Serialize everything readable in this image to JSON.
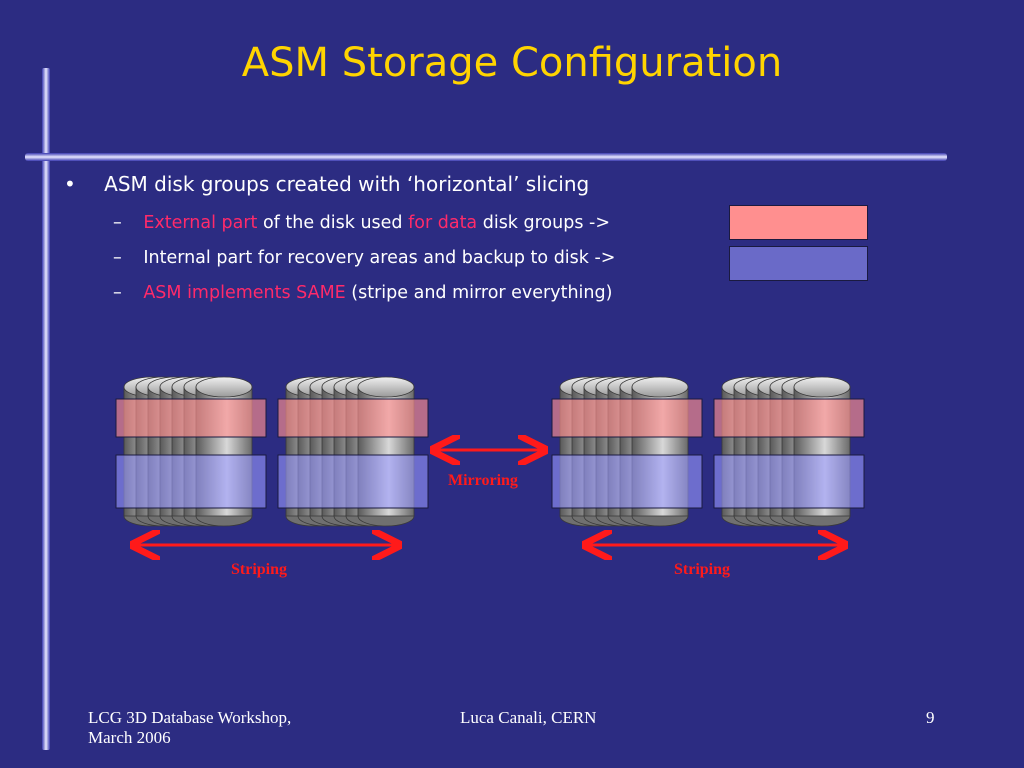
{
  "slide": {
    "title": "ASM Storage Configuration",
    "bullet": {
      "marker": "•",
      "text": "ASM disk groups created with ‘horizontal’ slicing"
    },
    "subbullets": [
      {
        "dash": "–",
        "hl1": "External part",
        "t1": " of the disk used ",
        "hl2": "for data",
        "t2": " disk groups ->"
      },
      {
        "dash": "–",
        "text": "Internal part for recovery areas and backup to disk ->"
      },
      {
        "dash": "–",
        "hl": "ASM implements SAME",
        "text": " (stripe and mirror everything)"
      }
    ],
    "legend_colors": {
      "data": "#ff8f8f",
      "recovery": "#6a6ac8"
    },
    "diagram": {
      "mirroring_label": "Mirroring",
      "striping_label": "Striping"
    },
    "footer": {
      "left_line1": "LCG 3D Database Workshop,",
      "left_line2": "March 2006",
      "center": "Luca Canali, CERN",
      "page": "9"
    }
  }
}
